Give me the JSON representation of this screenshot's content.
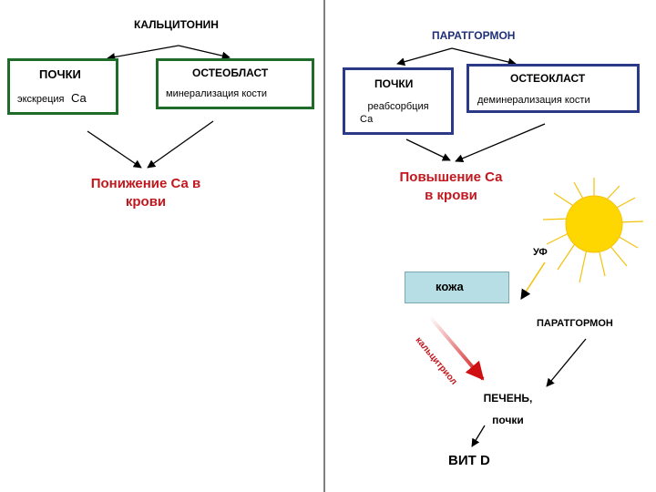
{
  "left": {
    "hormone": "КАЛЬЦИТОНИН",
    "kidney_box": {
      "title": "ПОЧКИ",
      "text": "экскреция",
      "ca": "Са"
    },
    "osteo_box": {
      "title": "ОСТЕОБЛАСТ",
      "text": "минерализация кости"
    },
    "result_line1": "Понижение Са в",
    "result_line2": "крови"
  },
  "right": {
    "hormone": "ПАРАТГОРМОН",
    "kidney_box": {
      "title": "ПОЧКИ",
      "text_line1": "реабсорбция",
      "text_line2": "Са"
    },
    "osteo_box": {
      "title": "ОСТЕОКЛАСТ",
      "text": "деминерализация кости"
    },
    "result_line1": "Повышение Са",
    "result_line2": "в крови",
    "uv": "УФ",
    "skin": "кожа",
    "calcitriol": "кальцитриол",
    "hormone2": "ПАРАТГОРМОН",
    "liver_line1": "ПЕЧЕНЬ,",
    "liver_line2": "почки",
    "vit_d": "ВИТ D"
  },
  "colors": {
    "green_border": "#1f6b2a",
    "blue_border": "#2b3a86",
    "red_text": "#c0181e",
    "sun": "#ffd700",
    "skin_box": "#b7dde5"
  }
}
